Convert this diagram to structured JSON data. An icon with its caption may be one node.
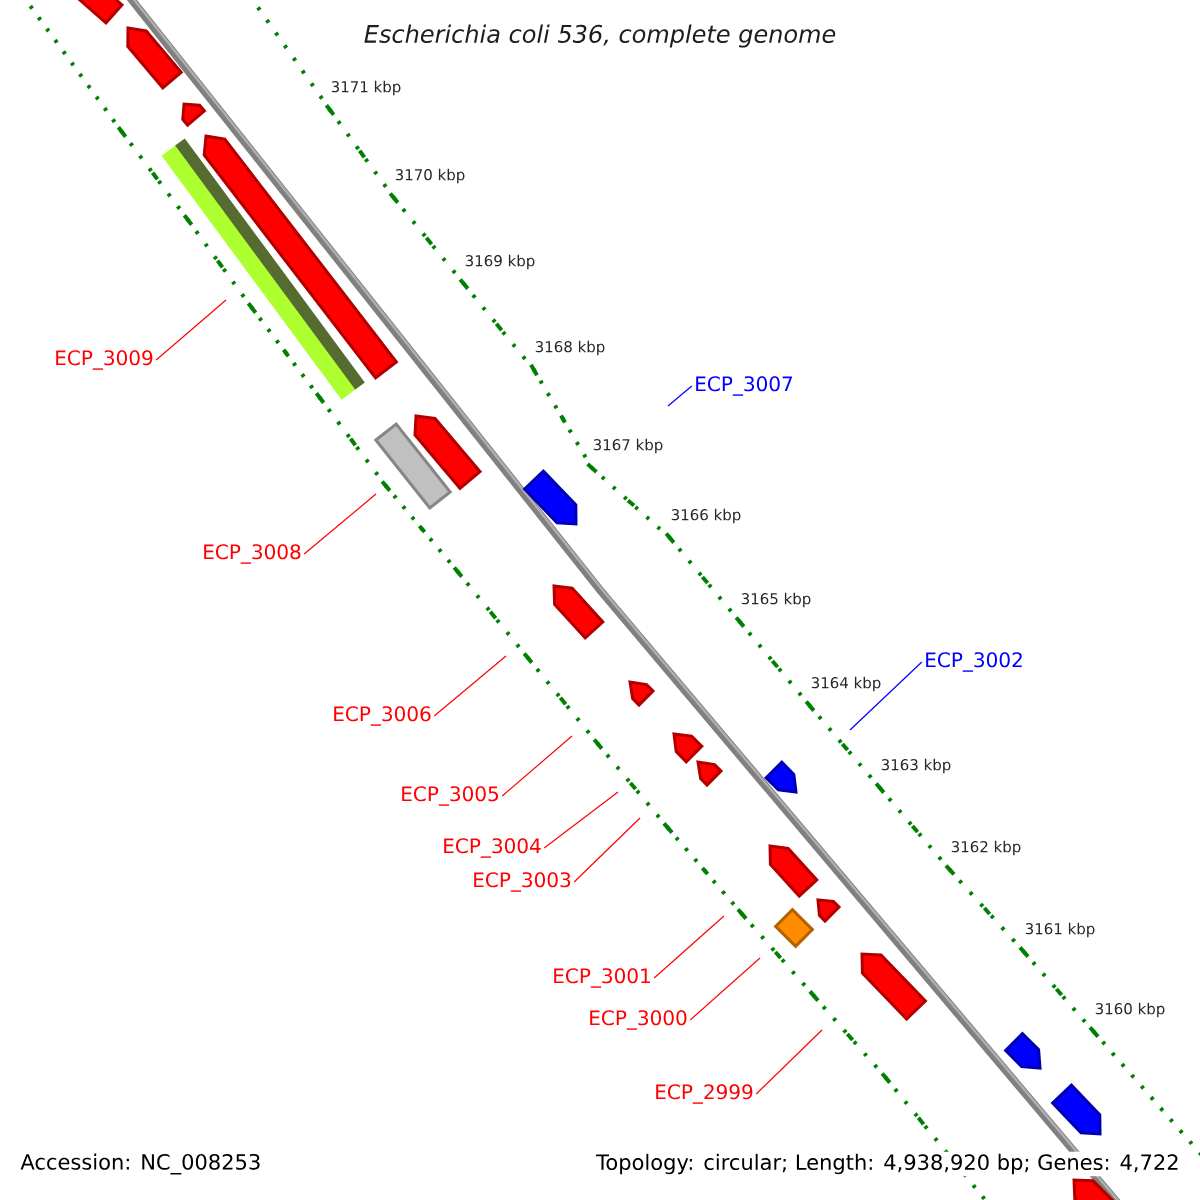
{
  "diagram": {
    "title": "Escherichia coli 536, complete genome",
    "nodes": [
      {
        "text": [
          "ECP_3009"
        ]
      },
      {
        "text": [
          "ECP_3008"
        ]
      },
      {
        "text": [
          "ECP_3007"
        ]
      },
      {
        "text": [
          "ECP_3006"
        ]
      },
      {
        "text": [
          "ECP_3005"
        ]
      },
      {
        "text": [
          "ECP_3004"
        ]
      },
      {
        "text": [
          "ECP_3003"
        ]
      },
      {
        "text": [
          "ECP_3002"
        ]
      },
      {
        "text": [
          "ECP_3001"
        ]
      },
      {
        "text": [
          "ECP_3000"
        ]
      },
      {
        "text": [
          "ECP_2999"
        ]
      }
    ],
    "edges": [
      {
        "from": 0,
        "to": null,
        "arrow": "none"
      },
      {
        "from": 1,
        "to": null,
        "arrow": "none"
      },
      {
        "from": 2,
        "to": null,
        "arrow": "none",
        "color": "#0000ff"
      },
      {
        "from": 3,
        "to": null,
        "arrow": "none"
      },
      {
        "from": 4,
        "to": null,
        "arrow": "none"
      },
      {
        "from": 5,
        "to": null,
        "arrow": "none"
      },
      {
        "from": 6,
        "to": null,
        "arrow": "none"
      },
      {
        "from": 7,
        "to": null,
        "arrow": "none",
        "color": "#0000ff"
      },
      {
        "from": 8,
        "to": null,
        "arrow": "none"
      },
      {
        "from": 9,
        "to": null,
        "arrow": "none"
      },
      {
        "from": 10,
        "to": null,
        "arrow": "none"
      }
    ],
    "labels": [
      "3171 kbp",
      "3170 kbp",
      "3169 kbp",
      "3168 kbp",
      "3167 kbp",
      "3166 kbp",
      "3165 kbp",
      "3164 kbp",
      "3163 kbp",
      "3162 kbp",
      "3161 kbp",
      "3160 kbp",
      "Accession: NC_008253",
      "Topology: circular; Length: 4,938,920 bp; Genes: 4,722"
    ]
  }
}
